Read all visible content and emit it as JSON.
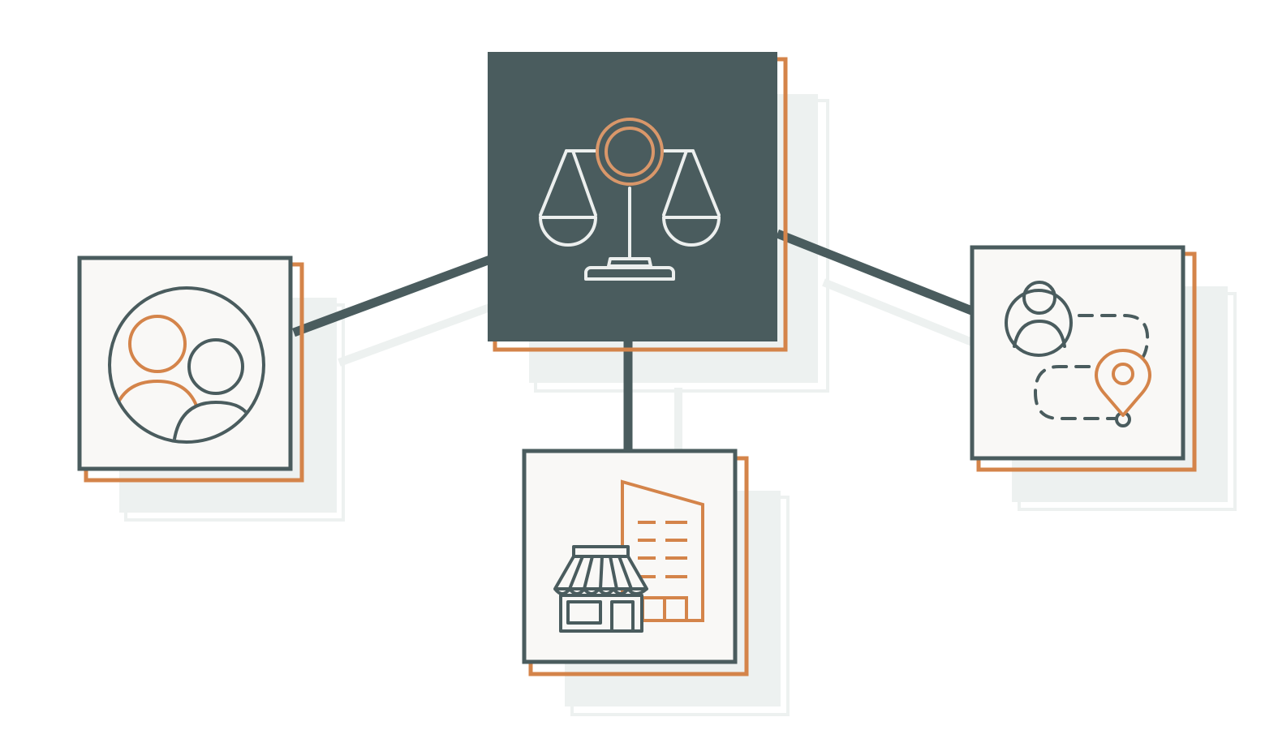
{
  "colors": {
    "background": "#ffffff",
    "dark": "#4a5c5e",
    "accent": "#d4844a",
    "accent_soft": "#d9976a",
    "panel_fill": "#f9f8f6",
    "shadow": "#edf1f0",
    "icon_light": "#ecefee"
  },
  "nodes": [
    {
      "id": "center",
      "role": "hub",
      "icon": "scales-of-justice-icon"
    },
    {
      "id": "left",
      "role": "satellite",
      "icon": "people-group-icon"
    },
    {
      "id": "bottom",
      "role": "satellite",
      "icon": "shop-and-office-building-icon"
    },
    {
      "id": "right",
      "role": "satellite",
      "icon": "person-route-location-icon"
    }
  ],
  "connections": [
    {
      "from": "center",
      "to": "left"
    },
    {
      "from": "center",
      "to": "bottom"
    },
    {
      "from": "center",
      "to": "right"
    }
  ]
}
